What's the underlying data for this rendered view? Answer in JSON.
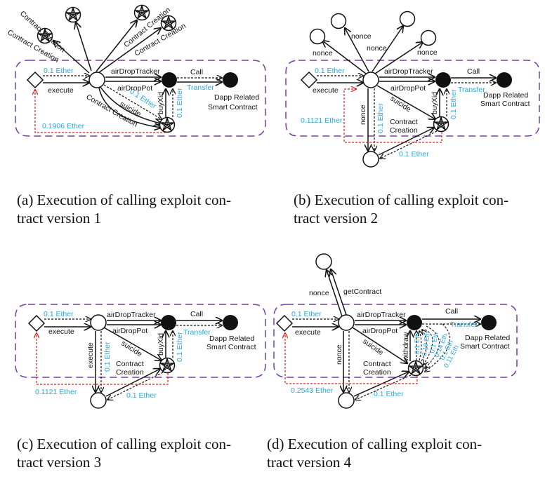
{
  "colors": {
    "edge": "#111111",
    "ether": "#29a8e0",
    "refund": "#e02020",
    "boundary": "#7a3aa8"
  },
  "common": {
    "dapp_label_line1": "Dapp Related",
    "dapp_label_line2": "Smart Contract",
    "air_drop_tracker": "airDropTracker",
    "air_drop_pot": "airDropPot",
    "call": "Call",
    "transfer": "Transfer",
    "execute": "execute",
    "ether_in": "0.1 Ether",
    "suicide": "suicide",
    "buy_xid": "buyXid",
    "contract_creation": "Contract Creation",
    "contract": "Contract",
    "creation": "Creation",
    "nonce": "nonce",
    "get_contract": "getContract",
    "withdraw": "withdraw"
  },
  "panels": [
    {
      "id": "a",
      "caption_line1": "(a)  Execution of calling exploit con-",
      "caption_line2": "tract version 1",
      "refund": "0.1906 Ether",
      "spawned_edges": [
        "Contract Creation",
        "Contract Creation",
        "Contract Creation",
        "Contract Creation"
      ],
      "ether_to_child": "0.1 Ether",
      "ether_to_target": "0.1 Ether"
    },
    {
      "id": "b",
      "caption_line1": "(b)  Execution of calling exploit con-",
      "caption_line2": "tract version 2",
      "refund": "0.1121 Ether",
      "spawned_edges": [
        "nonce",
        "nonce",
        "nonce",
        "nonce"
      ],
      "down_edge": "nonce",
      "ether_down": "0.1 Ether",
      "ether_back": "0.1 Ether",
      "ether_to_target": "0.1 Ether"
    },
    {
      "id": "c",
      "caption_line1": "(c)  Execution of calling exploit con-",
      "caption_line2": "tract version 3",
      "refund": "0.1121 Ether",
      "down_edge": "execute",
      "ether_down": "0.1 Ether",
      "ether_back": "0.1 Ether",
      "ether_to_target": "0.1 Ether"
    },
    {
      "id": "d",
      "caption_line1": "(d)  Execution of calling exploit con-",
      "caption_line2": "tract version 4",
      "refund": "0.2543 Ether",
      "down_edge": "nonce",
      "ether_back": "0.1 Ether",
      "withdraw_amounts": [
        "0.1 Eth",
        "0.19 Eth",
        "0.1 Eth",
        "0.14 Eth",
        "0.1 Eth",
        "0.11 Eth"
      ]
    }
  ]
}
